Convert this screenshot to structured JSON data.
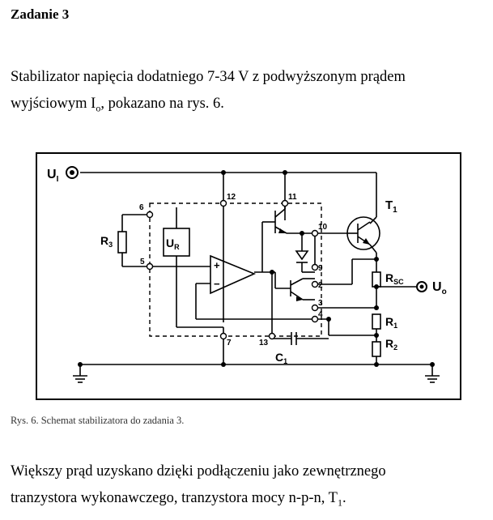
{
  "heading": "Zadanie 3",
  "paragraph1": {
    "line1": "Stabilizator napięcia dodatniego 7-34 V z podwyższonym prądem",
    "line2_a": "wyjściowym I",
    "line2_sub": "o",
    "line2_b": ", pokazano na rys. 6."
  },
  "figure": {
    "caption": "Rys. 6. Schemat stabilizatora do zadania 3.",
    "labels": {
      "ui_main": "U",
      "ui_sub": "I",
      "uo_main": "U",
      "uo_sub": "o",
      "t1_main": "T",
      "t1_sub": "1",
      "ur_main": "U",
      "ur_sub": "R",
      "r3_main": "R",
      "r3_sub": "3",
      "rsc_main": "R",
      "rsc_sub": "SC",
      "r1_main": "R",
      "r1_sub": "1",
      "r2_main": "R",
      "r2_sub": "2",
      "c1_main": "C",
      "c1_sub": "1",
      "op_plus": "+",
      "op_minus": "−"
    },
    "pins": [
      "12",
      "11",
      "10",
      "9",
      "2",
      "3",
      "4",
      "6",
      "5",
      "7",
      "13"
    ]
  },
  "paragraph2": {
    "line1": "Większy prąd uzyskano dzięki podłączeniu jako zewnętrznego",
    "line2_a": "tranzystora wykonawczego, tranzystora mocy n-p-n, T",
    "line2_sub": "1",
    "line2_b": "."
  }
}
